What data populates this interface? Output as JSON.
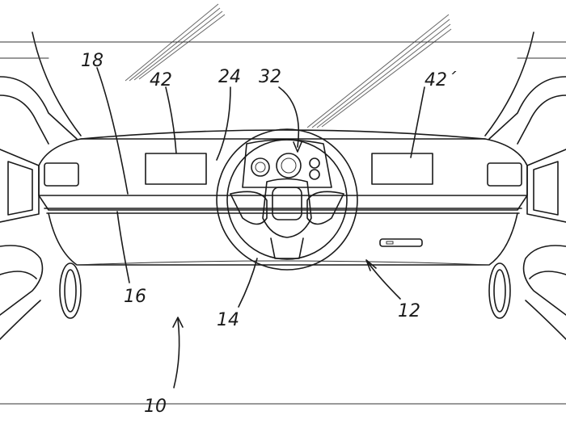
{
  "figure": {
    "labels": {
      "l10": "10",
      "l12": "12",
      "l14": "14",
      "l16": "16",
      "l18": "18",
      "l24": "24",
      "l32": "32",
      "l42": "42",
      "l42p": "42´"
    }
  }
}
